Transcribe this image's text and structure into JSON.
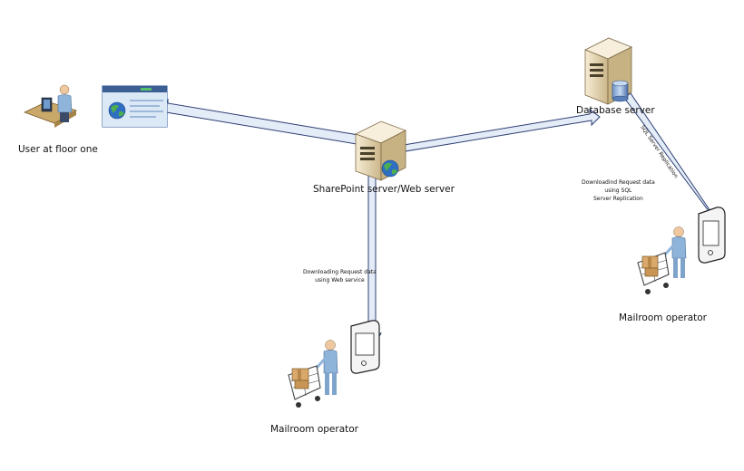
{
  "nodes": {
    "user": {
      "label": "User at floor one"
    },
    "browser": {
      "label": ""
    },
    "sharepoint": {
      "label": "SharePoint server/Web server"
    },
    "database": {
      "label": "Database server"
    },
    "mailroom_left": {
      "label": "Mailroom operator"
    },
    "mailroom_right": {
      "label": "Mailroom operator"
    }
  },
  "edges": {
    "web_service": {
      "line1": "Downloading Request data",
      "line2": "using Web service"
    },
    "sql_replication": {
      "line1": "Downloadind Request data",
      "line2": "using SQL",
      "line3": "Server Replication"
    },
    "sql_vertical": {
      "label": "SQL Server Replication"
    }
  },
  "colors": {
    "arrow_fill": "#e4ecf7",
    "arrow_stroke": "#2c3e73",
    "server_body": "#efe2c4",
    "person_shirt": "#8fb4d9",
    "browser_frame": "#4a6fa5"
  }
}
